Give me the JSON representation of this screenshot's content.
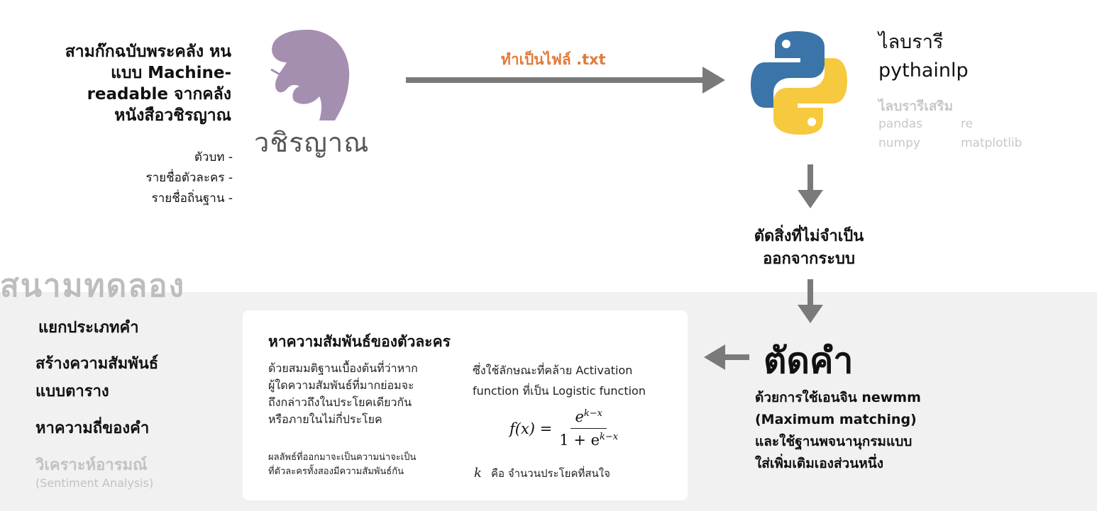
{
  "source": {
    "title": "สามก๊กฉบับพระคลัง หนแบบ Machine-readable จากคลังหนังสือวชิรญาณ",
    "items": [
      "ตัวบท -",
      "รายชื่อตัวละคร -",
      "รายชื่อถิ่นฐาน -"
    ],
    "logo_caption": "วชิรญาณ"
  },
  "arrow_label": "ทำเป็นไฟล์ .txt",
  "library": {
    "title_line1": "ไลบรารี",
    "title_line2": "pythainlp",
    "extra_label": "ไลบรารีเสริม",
    "extras": [
      "pandas",
      "re",
      "numpy",
      "matplotlib"
    ]
  },
  "step_clean": {
    "line1": "ตัดสิ่งที่ไม่จำเป็น",
    "line2": "ออกจากระบบ"
  },
  "lab": {
    "title": "สนามทดลอง",
    "menu": [
      "แยกประเภทคำ",
      "สร้างความสัมพันธ์",
      "แบบตาราง",
      "หาความถี่ของคำ",
      "วิเคราะห์อารมณ์",
      "(Sentiment Analysis)"
    ]
  },
  "card": {
    "title": "หาความสัมพันธ์ของตัวละคร",
    "left_para": [
      "ด้วยสมมติฐานเบื้องต้นที่ว่าหาก",
      "ผู้ใดความสัมพันธ์ที่มากย่อมจะ",
      "ถึงกล่าวถึงในประโยคเดียวกัน",
      "หรือภายในไม่กี่ประโยค"
    ],
    "left_small": [
      "ผลลัพธ์ที่ออกมาจะเป็นความน่าจะเป็น",
      "ที่ตัวละครทั้งสองมีความสัมพันธ์กัน"
    ],
    "right_para": [
      "ซึ่งใช้ลักษณะที่คล้าย Activation",
      "function ที่เป็น Logistic function"
    ],
    "formula_lhs": "f(x) =",
    "formula_num": "e",
    "formula_exp": "k−x",
    "formula_den": "1 + e",
    "k_symbol": "k",
    "k_desc": "คือ จำนวนประโยคที่สนใจ"
  },
  "cut": {
    "title": "ตัดคำ",
    "desc": [
      "ด้วยการใช้เอนจิน newmm",
      "(Maximum matching)",
      "และใช้ฐานพจนานุกรมแบบ",
      "ใส่เพิ่มเติมเองส่วนหนึ่ง"
    ]
  },
  "colors": {
    "arrow": "#7a7a7a",
    "accent": "#e07b39",
    "muted": "#c2c2c2",
    "band": "#f1f1f1",
    "elephant": "#a58fb0",
    "python_blue": "#3a74a8",
    "python_yellow": "#f7c93e"
  }
}
